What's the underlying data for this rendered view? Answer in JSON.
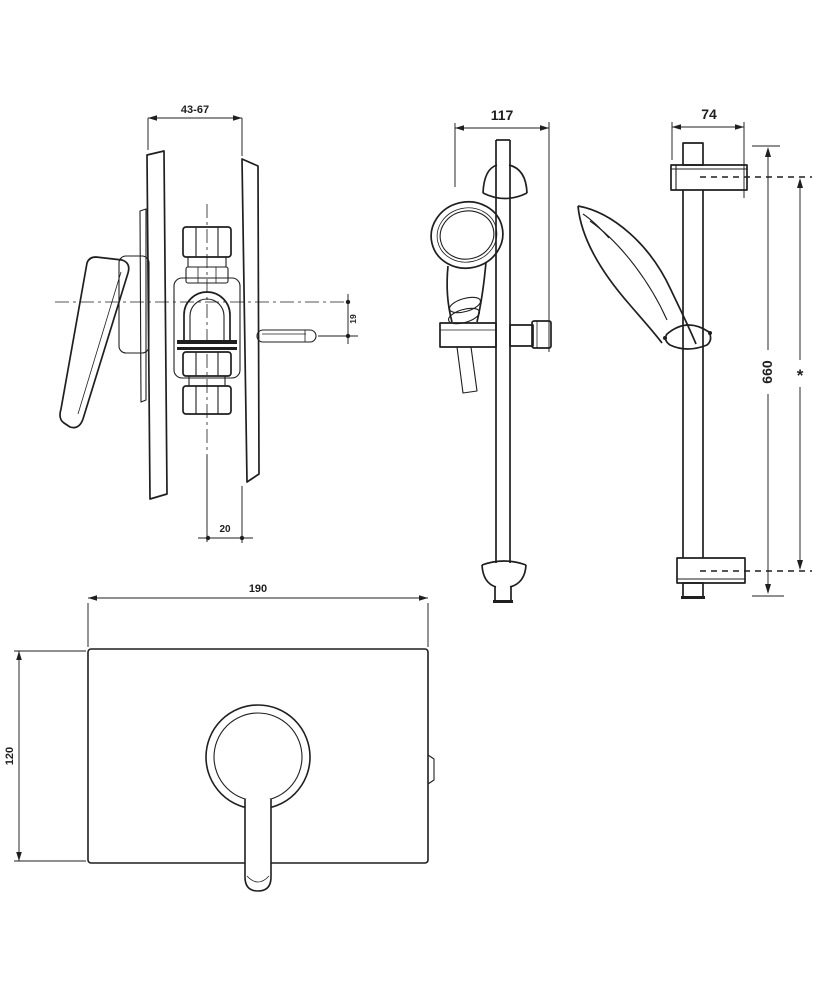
{
  "colors": {
    "background": "#ffffff",
    "line": "#1f1f1f"
  },
  "views": {
    "valve_side": {
      "dims": {
        "recess_depth": "43-67",
        "outlet_offset": "19",
        "pipe_inset": "20"
      }
    },
    "rail_front": {
      "dims": {
        "wall_offset": "117"
      }
    },
    "rail_side": {
      "dims": {
        "bracket_depth": "74",
        "rail_length": "660",
        "note": "*"
      }
    },
    "plate_front": {
      "dims": {
        "plate_width": "190",
        "plate_height": "120"
      }
    }
  }
}
